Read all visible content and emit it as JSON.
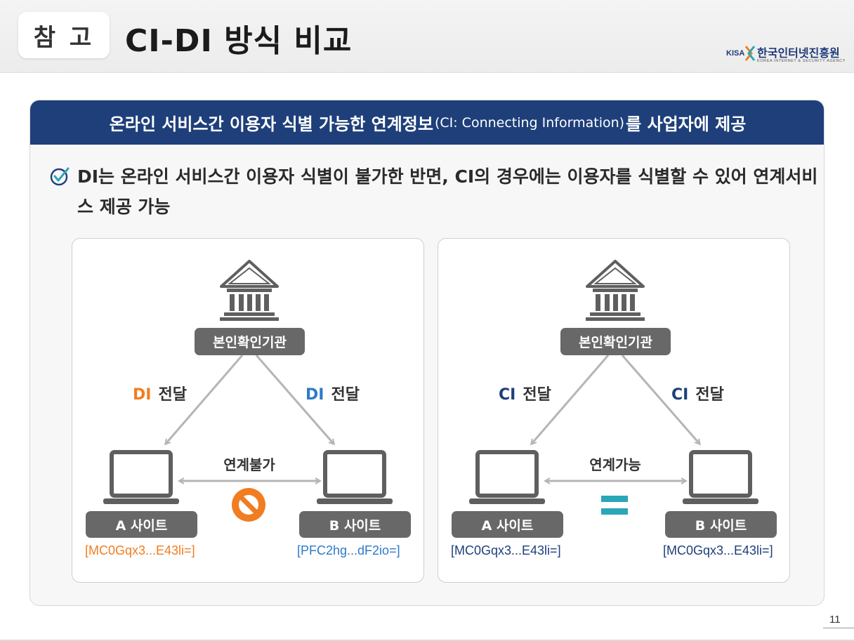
{
  "header": {
    "tag": "참 고",
    "title": "CI-DI 방식 비교",
    "logo": {
      "mark_text": "KISA",
      "name_kr": "한국인터넷진흥원",
      "name_en": "KOREA INTERNET & SECURITY AGENCY",
      "icon": "kisa-logo-icon"
    }
  },
  "banner": {
    "text_before": "온라인 서비스간 이용자 식별 가능한 연계정보",
    "text_paren": "(CI: Connecting Information)",
    "text_after": "를 사업자에 제공"
  },
  "description": {
    "icon": "check-circle-icon",
    "text": "DI는 온라인 서비스간 이용자 식별이 불가한 반면, CI의 경우에는 이용자를 식별할 수 있어 연계서비스 제공 가능"
  },
  "colors": {
    "banner_bg": "#1e3f7a",
    "label_bg": "#686868",
    "di_orange": "#f07d22",
    "di_blue": "#2d7ac8",
    "ci_navy": "#1e3f7a",
    "equal_teal": "#2aa6b8",
    "arrow_gray": "#b5b5b5",
    "icon_gray": "#5f5f5f"
  },
  "panels": {
    "left": {
      "institution_icon": "institution-building-icon",
      "institution_label": "본인확인기관",
      "send_left_code": "DI",
      "send_left_text": "전달",
      "send_right_code": "DI",
      "send_right_text": "전달",
      "link_label": "연계불가",
      "status_icon": "prohibited-icon",
      "site_a": "A 사이트",
      "site_b": "B 사이트",
      "id_a": "[MC0Gqx3...E43li=]",
      "id_b": "[PFC2hg...dF2io=]"
    },
    "right": {
      "institution_icon": "institution-building-icon",
      "institution_label": "본인확인기관",
      "send_left_code": "CI",
      "send_left_text": "전달",
      "send_right_code": "CI",
      "send_right_text": "전달",
      "link_label": "연계가능",
      "status_icon": "equal-icon",
      "site_a": "A 사이트",
      "site_b": "B 사이트",
      "id_a": "[MC0Gqx3...E43li=]",
      "id_b": "[MC0Gqx3...E43li=]"
    }
  },
  "page_number": "11"
}
